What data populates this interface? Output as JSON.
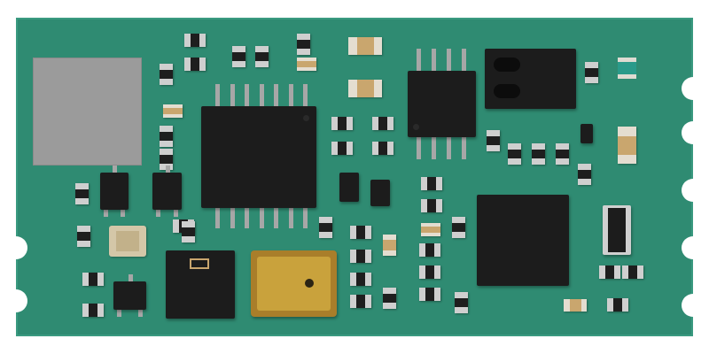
{
  "colors": {
    "background": "#ffffff",
    "pcb_soldermask": "#2f8b72",
    "ic_body": "#1c1c1c",
    "shield": "#9b9b9b",
    "mems_gold": "#b8902e",
    "resistor_teal": "#2a9a8a"
  },
  "objects": [
    "pcb-board",
    "metal-shield",
    "tssop-ic",
    "soic8-ic",
    "power-package",
    "qfn-ic",
    "mems-sensor",
    "sensor-ic",
    "crystal",
    "sot23-transistors",
    "diodes",
    "passives",
    "castellated-holes"
  ]
}
